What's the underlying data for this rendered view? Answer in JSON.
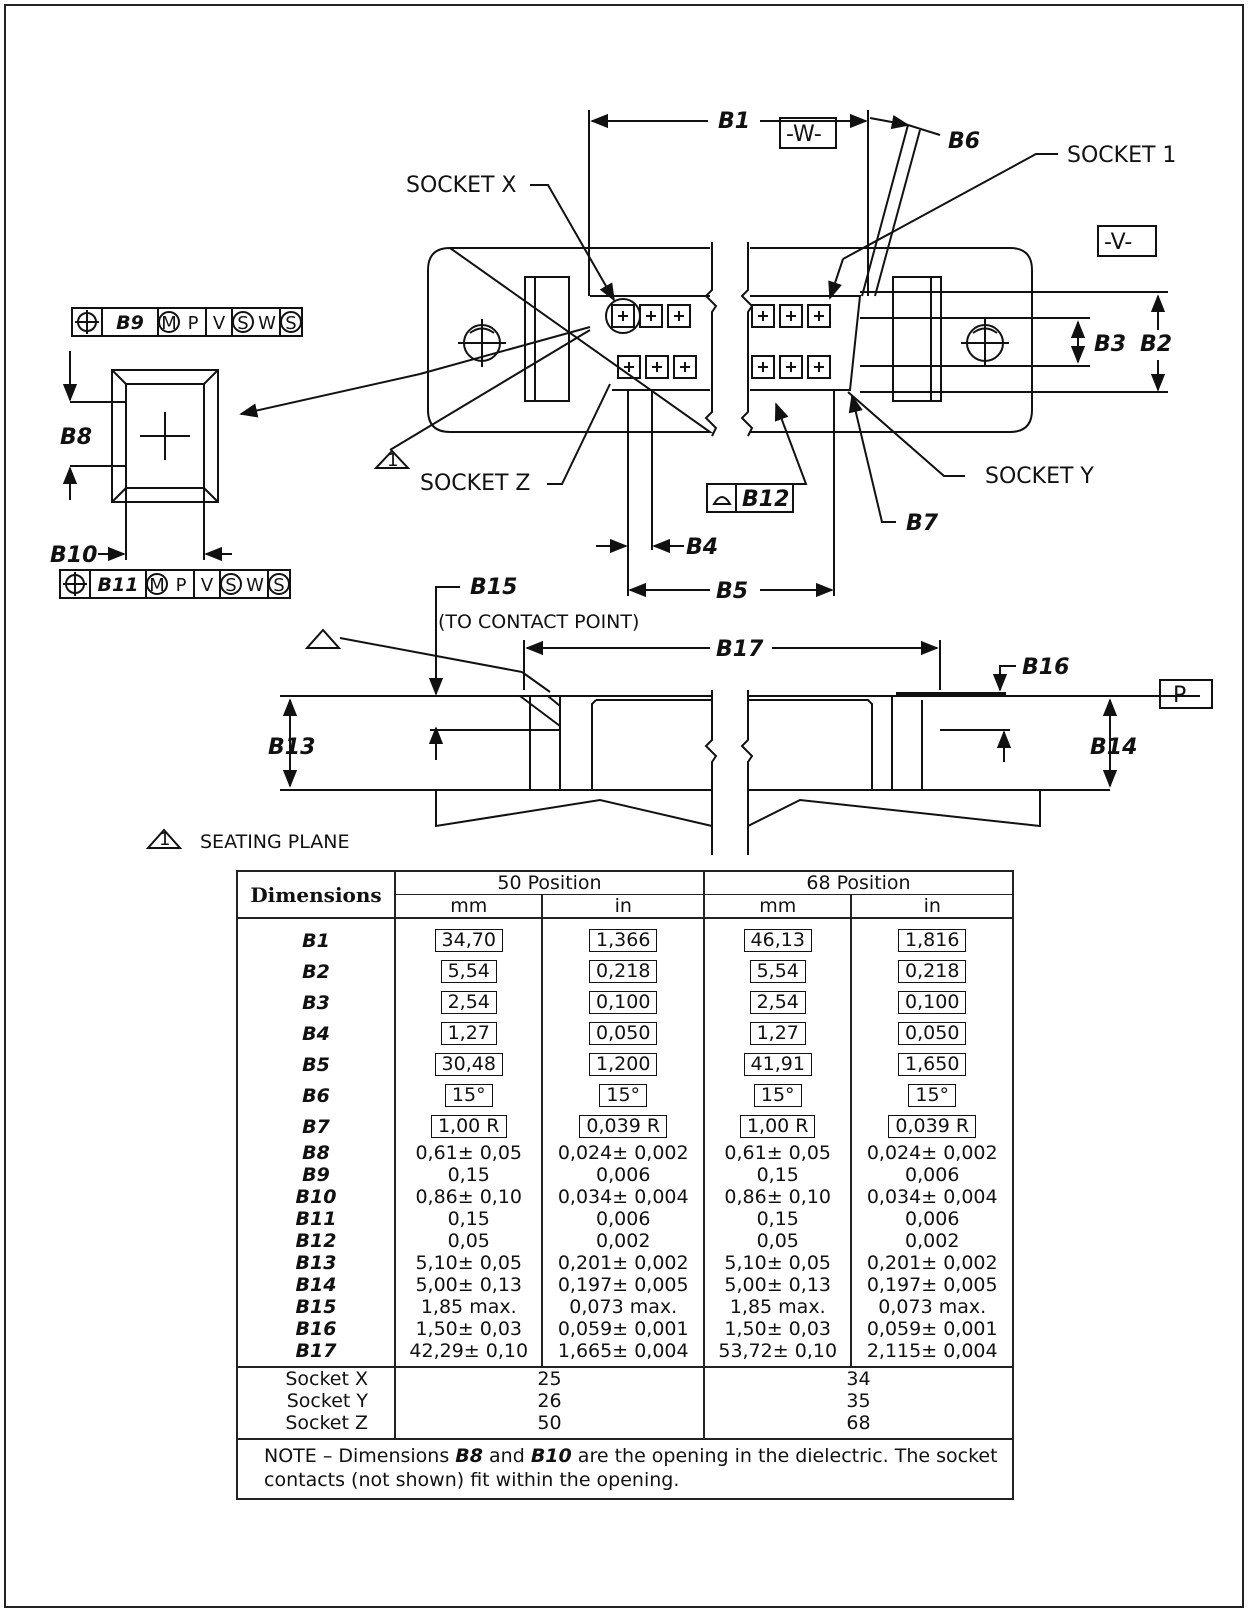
{
  "drawing": {
    "labels": {
      "b1": "B1",
      "datum_w": "-W-",
      "b6": "B6",
      "socket_1": "SOCKET  1",
      "socket_x": "SOCKET  X",
      "datum_v": "-V-",
      "b3": "B3",
      "b2": "B2",
      "fcf_top": [
        "B9",
        "M",
        "P",
        "V",
        "S",
        "W",
        "S"
      ],
      "b8": "B8",
      "b10": "B10",
      "fcf_bottom": [
        "B11",
        "M",
        "P",
        "V",
        "S",
        "W",
        "S"
      ],
      "socket_z": "SOCKET  Z",
      "b12": "B12",
      "socket_y": "SOCKET  Y",
      "b7": "B7",
      "b4": "B4",
      "b5": "B5",
      "b15": "B15",
      "to_contact_point": "(TO  CONTACT  POINT)",
      "b17": "B17",
      "b16": "B16",
      "datum_p": "-P-",
      "b13": "B13",
      "b14": "B14",
      "seating_plane": "SEATING  PLANE",
      "triangle_mark": "1"
    }
  },
  "table": {
    "header": {
      "dimensions": "Dimensions",
      "group_50": "50  Position",
      "group_68": "68  Position",
      "mm": "mm",
      "in": "in"
    },
    "rows": [
      {
        "dim": "B1",
        "v50mm": "34,70",
        "v50in": "1,366",
        "v68mm": "46,13",
        "v68in": "1,816",
        "boxed": true
      },
      {
        "dim": "B2",
        "v50mm": "5,54",
        "v50in": "0,218",
        "v68mm": "5,54",
        "v68in": "0,218",
        "boxed": true
      },
      {
        "dim": "B3",
        "v50mm": "2,54",
        "v50in": "0,100",
        "v68mm": "2,54",
        "v68in": "0,100",
        "boxed": true
      },
      {
        "dim": "B4",
        "v50mm": "1,27",
        "v50in": "0,050",
        "v68mm": "1,27",
        "v68in": "0,050",
        "boxed": true
      },
      {
        "dim": "B5",
        "v50mm": "30,48",
        "v50in": "1,200",
        "v68mm": "41,91",
        "v68in": "1,650",
        "boxed": true
      },
      {
        "dim": "B6",
        "v50mm": "15°",
        "v50in": "15°",
        "v68mm": "15°",
        "v68in": "15°",
        "boxed": true
      },
      {
        "dim": "B7",
        "v50mm": "1,00  R",
        "v50in": "0,039  R",
        "v68mm": "1,00  R",
        "v68in": "0,039  R",
        "boxed": true
      },
      {
        "dim": "B8",
        "v50mm": "0,61± 0,05",
        "v50in": "0,024± 0,002",
        "v68mm": "0,61± 0,05",
        "v68in": "0,024± 0,002",
        "boxed": false
      },
      {
        "dim": "B9",
        "v50mm": "0,15",
        "v50in": "0,006",
        "v68mm": "0,15",
        "v68in": "0,006",
        "boxed": false
      },
      {
        "dim": "B10",
        "v50mm": "0,86± 0,10",
        "v50in": "0,034± 0,004",
        "v68mm": "0,86± 0,10",
        "v68in": "0,034± 0,004",
        "boxed": false
      },
      {
        "dim": "B11",
        "v50mm": "0,15",
        "v50in": "0,006",
        "v68mm": "0,15",
        "v68in": "0,006",
        "boxed": false
      },
      {
        "dim": "B12",
        "v50mm": "0,05",
        "v50in": "0,002",
        "v68mm": "0,05",
        "v68in": "0,002",
        "boxed": false
      },
      {
        "dim": "B13",
        "v50mm": "5,10± 0,05",
        "v50in": "0,201± 0,002",
        "v68mm": "5,10± 0,05",
        "v68in": "0,201± 0,002",
        "boxed": false
      },
      {
        "dim": "B14",
        "v50mm": "5,00± 0,13",
        "v50in": "0,197± 0,005",
        "v68mm": "5,00± 0,13",
        "v68in": "0,197± 0,005",
        "boxed": false
      },
      {
        "dim": "B15",
        "v50mm": "1,85  max.",
        "v50in": "0,073  max.",
        "v68mm": "1,85  max.",
        "v68in": "0,073  max.",
        "boxed": false
      },
      {
        "dim": "B16",
        "v50mm": "1,50± 0,03",
        "v50in": "0,059± 0,001",
        "v68mm": "1,50± 0,03",
        "v68in": "0,059± 0,001",
        "boxed": false
      },
      {
        "dim": "B17",
        "v50mm": "42,29± 0,10",
        "v50in": "1,665± 0,004",
        "v68mm": "53,72± 0,10",
        "v68in": "2,115± 0,004",
        "boxed": false
      }
    ],
    "sockets": [
      {
        "name": "Socket  X",
        "v50": "25",
        "v68": "34"
      },
      {
        "name": "Socket  Y",
        "v50": "26",
        "v68": "35"
      },
      {
        "name": "Socket  Z",
        "v50": "50",
        "v68": "68"
      }
    ],
    "note": {
      "part1": "NOTE  –  Dimensions ",
      "b8": "B8",
      "part2": " and ",
      "b10": "B10",
      "part3": " are  the  opening  in  the  dielectric.  The  socket  contacts  (not  shown)  fit  within  the  opening."
    }
  }
}
